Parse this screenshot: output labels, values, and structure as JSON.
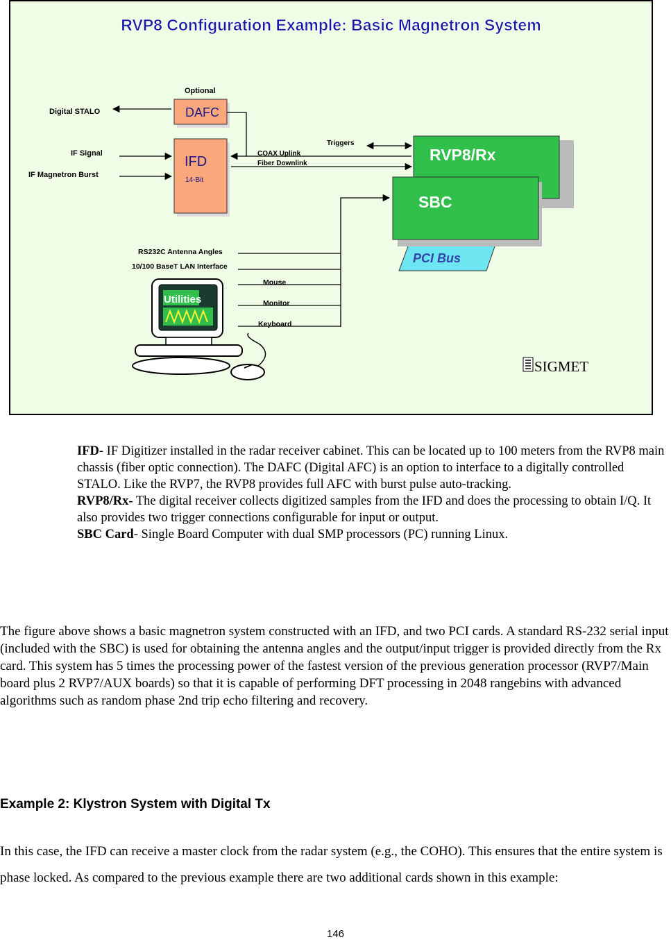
{
  "figure": {
    "title": "RVP8 Configuration Example: Basic Magnetron System",
    "signals": {
      "digital_stalo": "Digital STALO",
      "if_signal": "IF Signal",
      "if_burst": "IF Magnetron Burst",
      "coax_uplink": "COAX Uplink",
      "fiber_downlink": "Fiber Downlink",
      "triggers": "Triggers",
      "rs232": "RS232C Antenna Angles",
      "lan": "10/100 BaseT LAN Interface",
      "mouse": "Mouse",
      "monitor": "Monitor",
      "keyboard": "Keyboard"
    },
    "boxes": {
      "optional": "Optional",
      "dafc": "DAFC",
      "ifd": "IFD",
      "ifd_bits": "14-Bit",
      "rvp8rx": "RVP8/Rx",
      "sbc": "SBC",
      "pci_bus": "PCI Bus",
      "utilities": "Utilities"
    },
    "logo": "SIGMET"
  },
  "definitions": [
    {
      "term": "IFD",
      "text": "- IF Digitizer installed in the radar receiver cabinet. This can be located up to 100 meters from the RVP8 main chassis (fiber optic connection). The DAFC (Digital AFC) is an option to interface to a digitally controlled STALO. Like the RVP7, the RVP8 provides full AFC with burst pulse auto-tracking."
    },
    {
      "term": "RVP8/Rx-",
      "text": " The digital receiver collects digitized samples from the IFD and does the processing to obtain I/Q. It also provides two trigger connections configurable for input or output."
    },
    {
      "term": "SBC Card",
      "text": "- Single Board Computer with dual SMP processors (PC) running Linux."
    }
  ],
  "paragraph1": "The figure above shows a basic magnetron system constructed with an IFD, and two PCI cards. A standard RS-232 serial input (included with the SBC) is used for obtaining the antenna angles and the output/input trigger is provided directly from the Rx card. This system has 5 times the processing power of the fastest version of the previous generation processor (RVP7/Main board plus 2 RVP7/AUX boards) so that it is capable of performing DFT processing in 2048 rangebins with advanced algorithms such as random phase 2nd trip echo filtering and recovery.",
  "heading": "Example 2: Klystron System with Digital Tx",
  "paragraph2": "In this case, the IFD can receive a master clock from the radar system (e.g., the COHO). This ensures that the entire system is phase locked. As compared to the previous example there are two additional cards shown in this example:",
  "page_number": "146"
}
